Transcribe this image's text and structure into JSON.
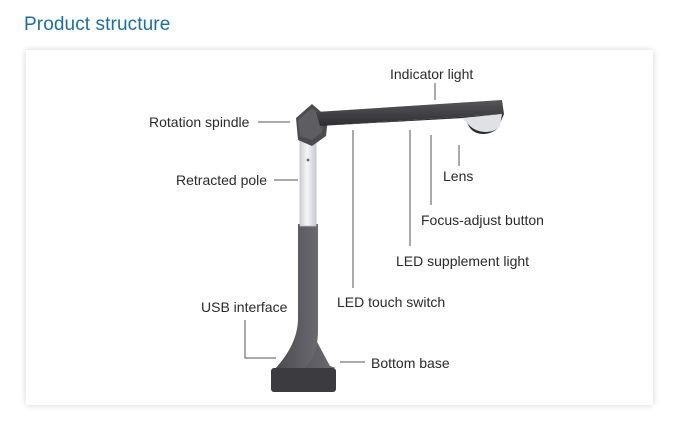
{
  "header": {
    "title": "Product structure"
  },
  "labels": {
    "indicator_light": "Indicator light",
    "rotation_spindle": "Rotation spindle",
    "retracted_pole": "Retracted pole",
    "lens": "Lens",
    "focus_adjust_button": "Focus-adjust button",
    "led_supplement_light": "LED supplement light",
    "led_touch_switch": "LED touch switch",
    "usb_interface": "USB interface",
    "bottom_base": "Bottom base"
  },
  "colors": {
    "title": "#1c6f9c",
    "device_dark": "#3f3f44",
    "device_mid": "#5a5a60",
    "pole_silver": "#e6e7ea",
    "leader_line": "#555555",
    "text": "#2a2a2a"
  }
}
